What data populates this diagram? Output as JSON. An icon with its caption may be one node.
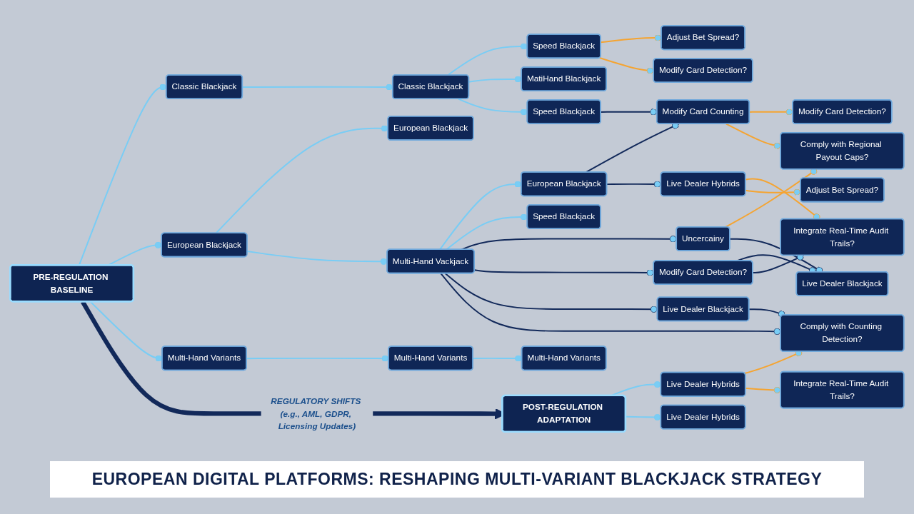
{
  "diagram": {
    "title": "EUROPEAN DIGITAL PLATFORMS: RESHAPING MULTI-VARIANT BLACKJACK STRATEGY",
    "nodes": [
      {
        "text": [
          "PRE-REGULATION BASELINE"
        ]
      },
      {
        "text": [
          "Classic Blackjack"
        ]
      },
      {
        "text": [
          "European Blackjack"
        ]
      },
      {
        "text": [
          "Multi-Hand Variants"
        ]
      },
      {
        "text": [
          "Classic Blackjack"
        ]
      },
      {
        "text": [
          "European Blackjack"
        ]
      },
      {
        "text": [
          "Multi-Hand Vackjack"
        ]
      },
      {
        "text": [
          "Multi-Hand Variants"
        ]
      },
      {
        "text": [
          "Speed Blackjack"
        ]
      },
      {
        "text": [
          "MatiHand Blackjack"
        ]
      },
      {
        "text": [
          "Speed Blackjack"
        ]
      },
      {
        "text": [
          "European Blackjack"
        ]
      },
      {
        "text": [
          "Speed Blackjack"
        ]
      },
      {
        "text": [
          "Multi-Hand Variants"
        ]
      },
      {
        "text": [
          "Adjust Bet Spread?"
        ]
      },
      {
        "text": [
          "Modify Card Detection?"
        ]
      },
      {
        "text": [
          "Modify Card Counting"
        ]
      },
      {
        "text": [
          "Uncercainy"
        ]
      },
      {
        "text": [
          "Modify Card Detection?"
        ]
      },
      {
        "text": [
          "Live Dealer Hybrids"
        ]
      },
      {
        "text": [
          "Live Dealer Blackjack"
        ]
      },
      {
        "text": [
          "Modify Card Detection?"
        ]
      },
      {
        "text": [
          "Comply with Regional Payout Caps?"
        ]
      },
      {
        "text": [
          "Live Dealer Blackjack"
        ]
      },
      {
        "text": [
          "Integrate Real-Time Audit Trails?"
        ]
      },
      {
        "text": [
          "Adjust Bet Spread?"
        ]
      },
      {
        "text": [
          "Comply with Counting Detection?"
        ]
      },
      {
        "text": [
          "Integrate Real-Time Audit Trails?"
        ]
      },
      {
        "text": [
          "POST-REGULATION ADAPTATION"
        ]
      },
      {
        "text": [
          "Live Dealer Hybrids"
        ]
      },
      {
        "text": [
          "Live Dealer Hybrids"
        ]
      }
    ],
    "edges": [
      {
        "from": 0,
        "to": 1,
        "arrow": "other"
      },
      {
        "from": 0,
        "to": 2,
        "arrow": "other"
      },
      {
        "from": 0,
        "to": 3,
        "arrow": "other"
      },
      {
        "from": 0,
        "to": 28,
        "arrow": "to",
        "label": "REGULATORY SHIFTS (e.g., AML, GDPR, Licensing Updates)",
        "style": "thick",
        "color": "#12295a"
      },
      {
        "from": 1,
        "to": 4,
        "arrow": "other"
      },
      {
        "from": 2,
        "to": 5,
        "arrow": "other"
      },
      {
        "from": 2,
        "to": 6,
        "arrow": "other"
      },
      {
        "from": 3,
        "to": 7,
        "arrow": "other"
      },
      {
        "from": 4,
        "to": 8,
        "arrow": "other"
      },
      {
        "from": 4,
        "to": 9,
        "arrow": "other"
      },
      {
        "from": 4,
        "to": 10,
        "arrow": "other"
      },
      {
        "from": 6,
        "to": 11,
        "arrow": "other"
      },
      {
        "from": 6,
        "to": 12,
        "arrow": "other"
      },
      {
        "from": 6,
        "to": 17,
        "arrow": "other",
        "color": "#12295a"
      },
      {
        "from": 6,
        "to": 18,
        "arrow": "other",
        "color": "#12295a"
      },
      {
        "from": 6,
        "to": 20,
        "arrow": "other",
        "color": "#12295a"
      },
      {
        "from": 6,
        "to": 26,
        "arrow": "other",
        "color": "#12295a"
      },
      {
        "from": 7,
        "to": 13,
        "arrow": "other"
      },
      {
        "from": 8,
        "to": 14,
        "arrow": "other",
        "color": "#f5a431"
      },
      {
        "from": 8,
        "to": 15,
        "arrow": "other",
        "color": "#f5a431"
      },
      {
        "from": 10,
        "to": 16,
        "arrow": "other",
        "color": "#12295a"
      },
      {
        "from": 11,
        "to": 16,
        "arrow": "other",
        "color": "#12295a"
      },
      {
        "from": 11,
        "to": 19,
        "arrow": "other",
        "color": "#12295a"
      },
      {
        "from": 16,
        "to": 21,
        "arrow": "other",
        "color": "#f5a431"
      },
      {
        "from": 16,
        "to": 22,
        "arrow": "other",
        "color": "#f5a431"
      },
      {
        "from": 17,
        "to": 22,
        "arrow": "other",
        "color": "#f5a431"
      },
      {
        "from": 17,
        "to": 23,
        "arrow": "other",
        "color": "#12295a"
      },
      {
        "from": 18,
        "to": 23,
        "arrow": "other",
        "color": "#12295a"
      },
      {
        "from": 18,
        "to": 24,
        "arrow": "other",
        "color": "#12295a"
      },
      {
        "from": 19,
        "to": 24,
        "arrow": "other",
        "color": "#f5a431"
      },
      {
        "from": 19,
        "to": 25,
        "arrow": "other",
        "color": "#f5a431"
      },
      {
        "from": 20,
        "to": 26,
        "arrow": "other",
        "color": "#12295a"
      },
      {
        "from": 28,
        "to": 29,
        "arrow": "other"
      },
      {
        "from": 28,
        "to": 30,
        "arrow": "other"
      },
      {
        "from": 29,
        "to": 26,
        "arrow": "other",
        "color": "#f5a431"
      },
      {
        "from": 29,
        "to": 27,
        "arrow": "other",
        "color": "#f5a431"
      }
    ]
  }
}
